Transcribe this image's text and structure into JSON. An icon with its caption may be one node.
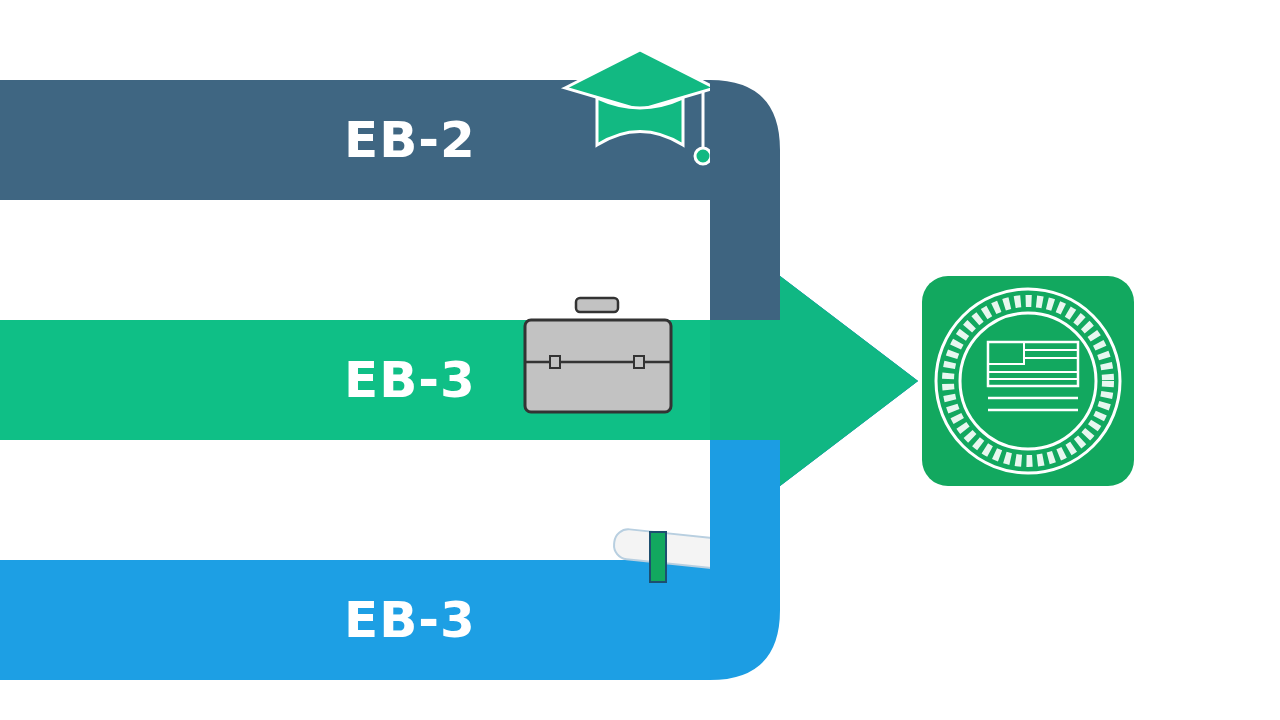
{
  "diagram": {
    "nodes": [
      {
        "text": [
          "EB-2"
        ]
      },
      {
        "text": [
          "EB-3"
        ]
      },
      {
        "text": [
          "EB-3"
        ]
      },
      {
        "text": [],
        "shape": "picture"
      }
    ],
    "edges": [
      {
        "from": 0,
        "to": 3,
        "arrow": "to",
        "color": "#3e6480"
      },
      {
        "from": 2,
        "to": 3,
        "arrow": "to",
        "color": "#1c9de3"
      },
      {
        "from": 1,
        "to": 3,
        "arrow": "to",
        "color": "#10b783"
      }
    ]
  }
}
